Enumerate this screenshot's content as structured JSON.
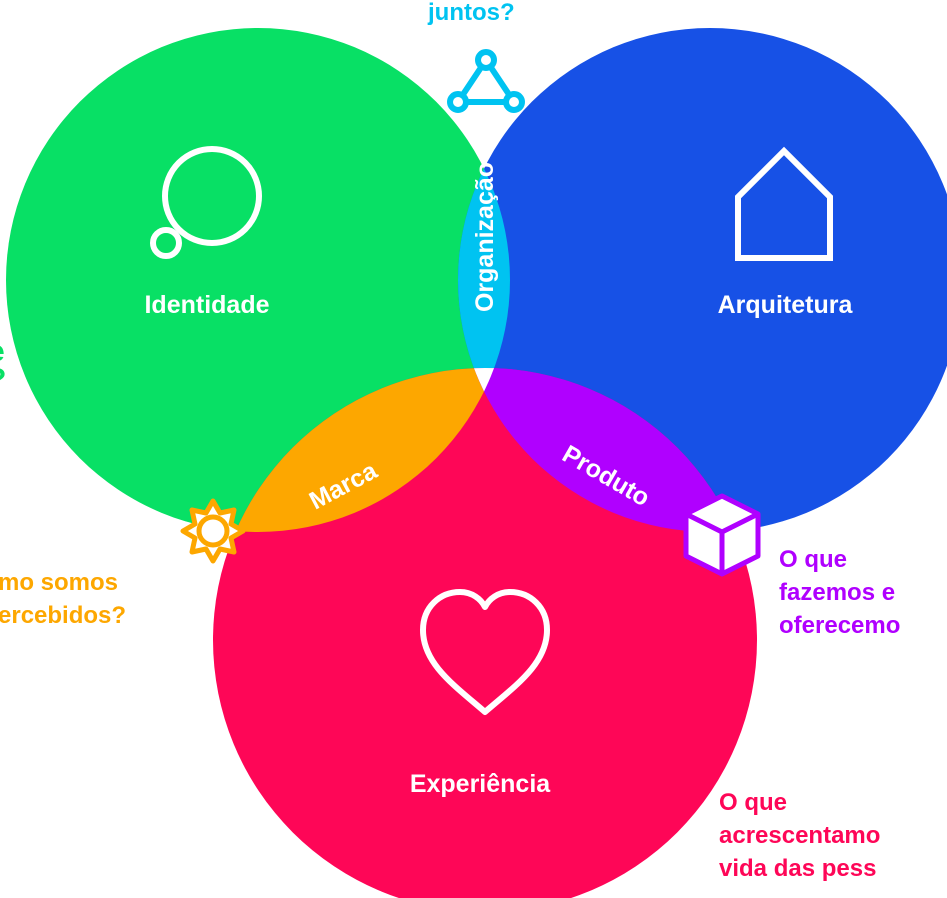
{
  "colors": {
    "identidade": "#08E065",
    "arquitetura": "#1751E6",
    "experiencia": "#FE0657",
    "organizacao": "#00C3F1",
    "marca": "#FDA700",
    "produto": "#B000FF",
    "center": "#FFFFFF"
  },
  "circles": {
    "identidade": {
      "label": "Identidade",
      "icon": "thought-bubble-icon"
    },
    "arquitetura": {
      "label": "Arquitetura",
      "icon": "house-icon"
    },
    "experiencia": {
      "label": "Experiência",
      "icon": "heart-icon"
    }
  },
  "overlaps": {
    "organizacao": {
      "label": "Organização",
      "icon": "triangle-nodes-icon"
    },
    "marca": {
      "label": "Marca",
      "icon": "sun-gear-icon"
    },
    "produto": {
      "label": "Produto",
      "icon": "box-icon"
    }
  },
  "questions": {
    "top": [
      "juntos?"
    ],
    "left_edge": [
      "e",
      "?"
    ],
    "marca": [
      "mo somos",
      "ercebidos?"
    ],
    "produto": [
      "O que",
      "fazemos e",
      "oferecemo"
    ],
    "experiencia": [
      "O que",
      "acrescentamo",
      "vida das pess"
    ]
  }
}
